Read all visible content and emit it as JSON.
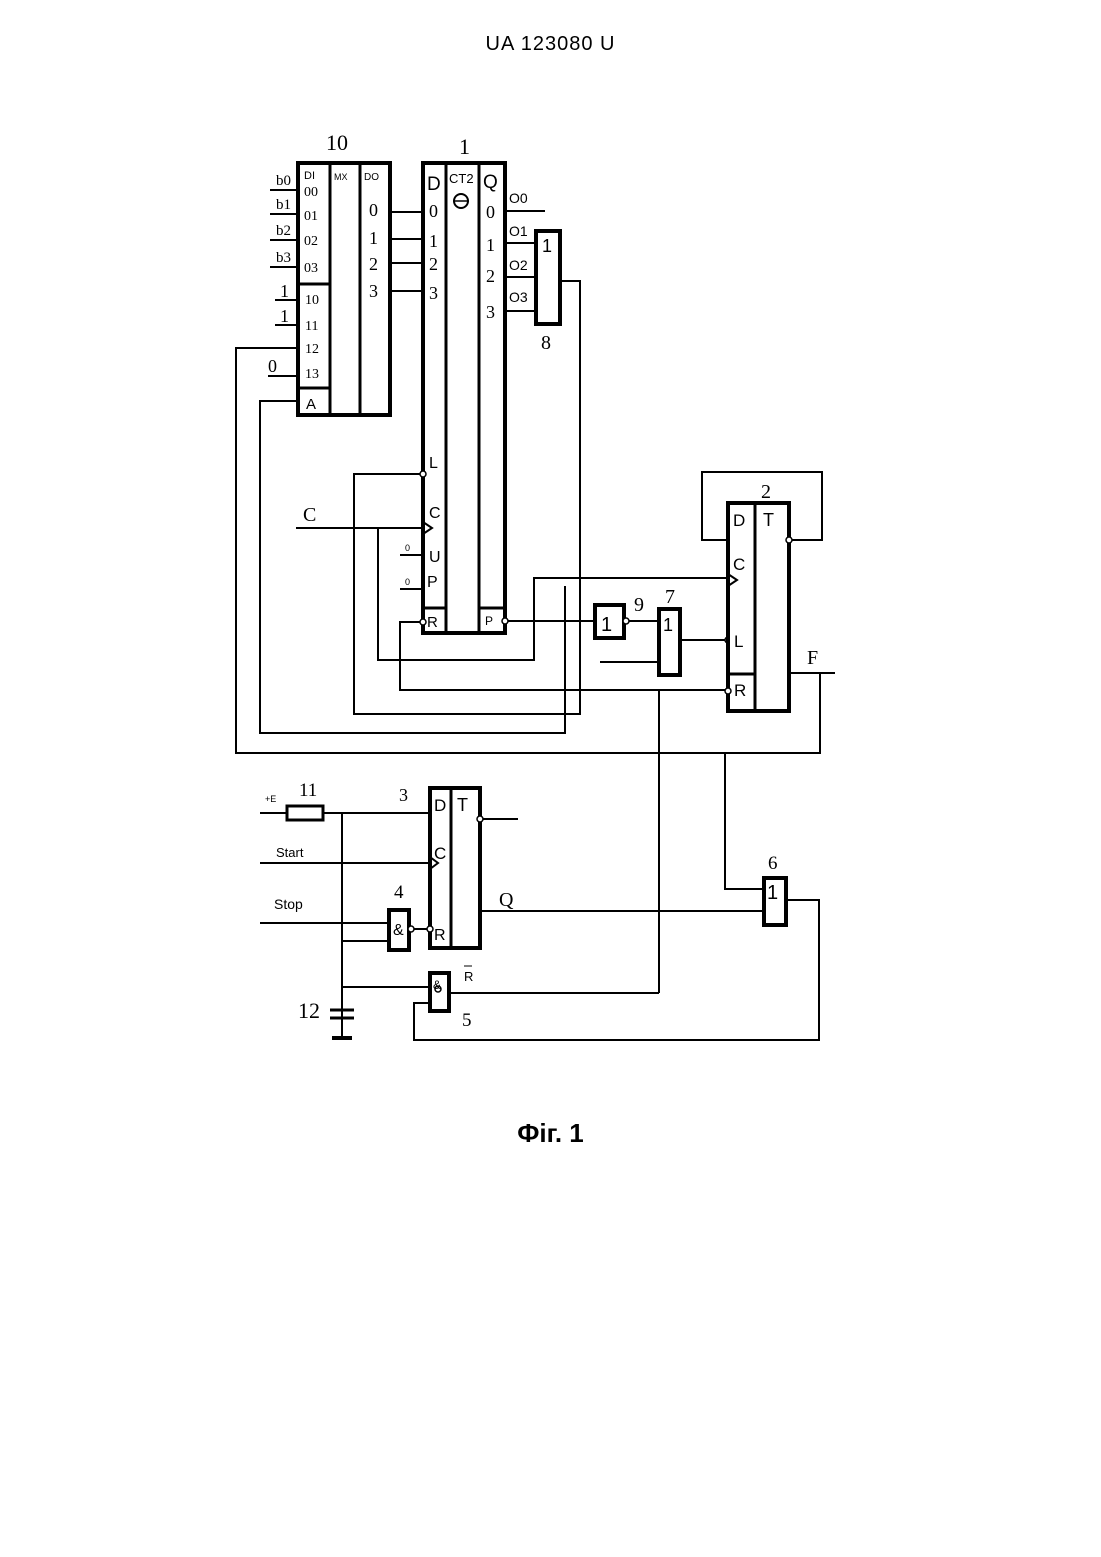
{
  "document": {
    "header": "UA   123080   U",
    "caption": "Фіг. 1"
  },
  "diagram": {
    "mux": {
      "number": "10",
      "col_di": "DI",
      "col_mx": "MX",
      "col_do": "DO",
      "inputs_top": [
        "00",
        "01",
        "02",
        "03"
      ],
      "inputs_bottom": [
        "10",
        "11",
        "12",
        "13"
      ],
      "address": "A",
      "outputs": [
        "0",
        "1",
        "2",
        "3"
      ],
      "signals_b": [
        "b0",
        "b1",
        "b2",
        "b3"
      ],
      "consts": [
        "1",
        "1",
        "0"
      ]
    },
    "counter": {
      "number": "1",
      "type": "CT2",
      "d": "D",
      "q": "Q",
      "d_pins": [
        "0",
        "1",
        "2",
        "3"
      ],
      "q_pins": [
        "0",
        "1",
        "2",
        "3"
      ],
      "l": "L",
      "c": "C",
      "u": "U",
      "p0": "P",
      "r": "R",
      "p1": "P",
      "u_const": "0",
      "p0_const": "0",
      "outputs": [
        "O0",
        "O1",
        "O2",
        "O3"
      ]
    },
    "or8": {
      "number": "8",
      "symbol": "1"
    },
    "not9": {
      "number": "9",
      "symbol": "1"
    },
    "or7": {
      "number": "7",
      "symbol": "1"
    },
    "or6": {
      "number": "6",
      "symbol": "1"
    },
    "trigger2": {
      "number": "2",
      "d": "D",
      "t": "T",
      "c": "C",
      "l": "L",
      "r": "R"
    },
    "trigger3": {
      "number": "3",
      "d": "D",
      "t": "T",
      "c": "C",
      "r": "R"
    },
    "and4": {
      "number": "4",
      "symbol": "&"
    },
    "and5": {
      "number": "5",
      "symbol": "&"
    },
    "resistor": {
      "number": "11",
      "supply": "+E"
    },
    "capacitor": {
      "number": "12"
    },
    "signals": {
      "c": "C",
      "f": "F",
      "start": "Start",
      "stop": "Stop",
      "q": "Q",
      "rbar": "R"
    }
  }
}
